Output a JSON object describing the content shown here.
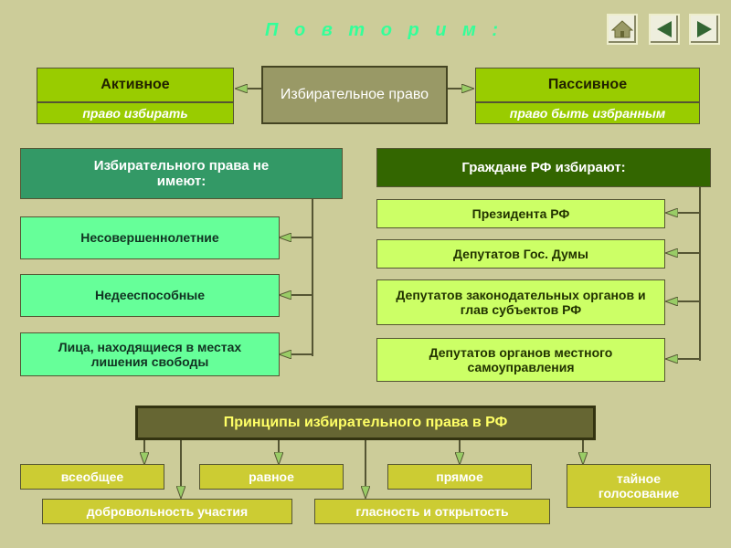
{
  "header": {
    "title": "П о в т о р и м :"
  },
  "nav": {
    "home": "home-icon",
    "back": "triangle-left-icon",
    "forward": "triangle-right-icon"
  },
  "top": {
    "center": "Избирательное право",
    "left_title": "Активное",
    "left_sub": "право избирать",
    "right_title": "Пассивное",
    "right_sub": "право быть избранным"
  },
  "left_panel": {
    "header": "Избирательного права не имеют:",
    "items": [
      "Несовершеннолетние",
      "Недееспособные",
      "Лица, находящиеся в местах лишения свободы"
    ]
  },
  "right_panel": {
    "header": "Граждане РФ избирают:",
    "items": [
      "Президента РФ",
      "Депутатов Гос. Думы",
      "Депутатов законодательных органов и глав субъектов РФ",
      "Депутатов органов местного самоуправления"
    ]
  },
  "principles": {
    "header": "Принципы избирательного права в РФ",
    "items": [
      "всеобщее",
      "равное",
      "прямое",
      "тайное голосование",
      "добровольность участия",
      "гласность и открытость"
    ]
  },
  "colors": {
    "background": "#cccc99",
    "title": "#33ff99",
    "lime": "#99cc00",
    "teal": "#339966",
    "mint": "#66ff99",
    "dark_green": "#336600",
    "light_lime": "#ccff66",
    "principles_header": "#666633",
    "principles_items": "#cccc33"
  }
}
